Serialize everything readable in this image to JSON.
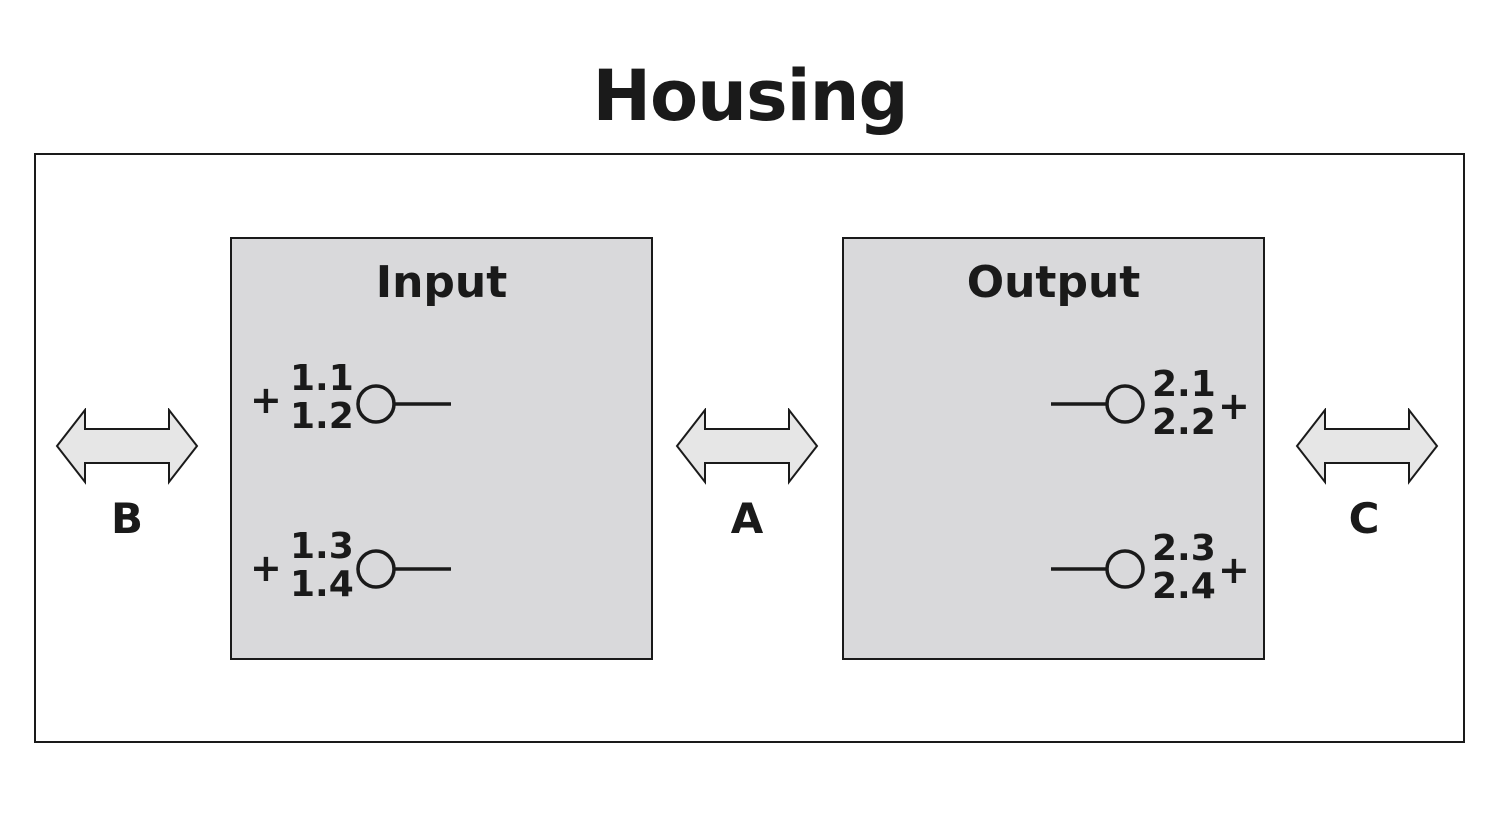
{
  "title": "Housing",
  "modules": {
    "input": {
      "title": "Input",
      "terminals": [
        {
          "sign": "+",
          "top": "1.1",
          "bottom": "1.2"
        },
        {
          "sign": "+",
          "top": "1.3",
          "bottom": "1.4"
        }
      ]
    },
    "output": {
      "title": "Output",
      "terminals": [
        {
          "sign": "+",
          "top": "2.1",
          "bottom": "2.2"
        },
        {
          "sign": "+",
          "top": "2.3",
          "bottom": "2.4"
        }
      ]
    }
  },
  "interfaces": {
    "left": {
      "label": "B"
    },
    "middle": {
      "label": "A"
    },
    "right": {
      "label": "C"
    }
  },
  "colors": {
    "module_fill": "#d9d9db",
    "line": "#1a1a1a"
  }
}
